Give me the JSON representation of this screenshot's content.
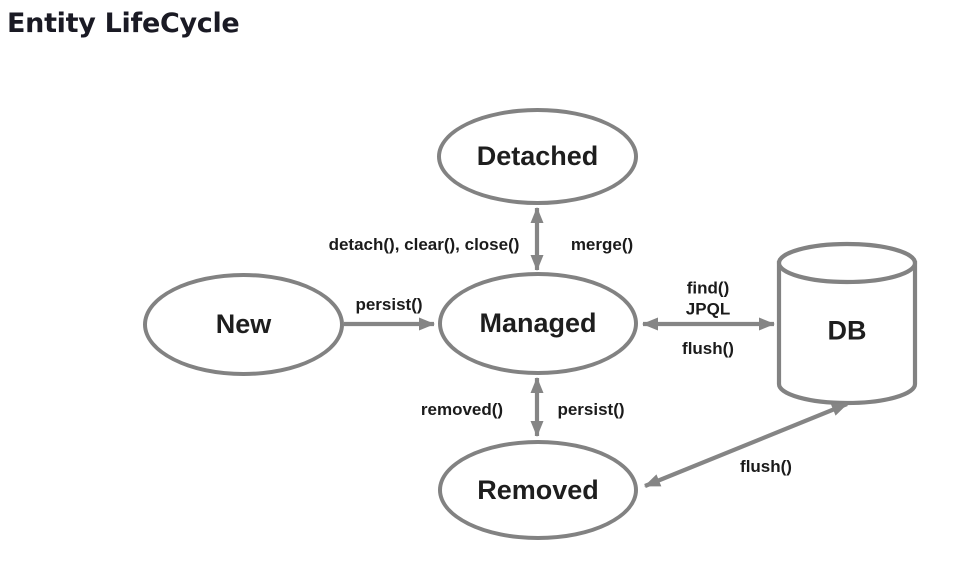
{
  "title": "Entity LifeCycle",
  "colors": {
    "stroke": "#828282",
    "arrow": "#858585",
    "node_text": "#1e1e1e",
    "label_text": "#1b1b1b",
    "title_text": "#1a1a24",
    "background": "#ffffff"
  },
  "nodes": {
    "detached": {
      "label": "Detached",
      "shape": "ellipse"
    },
    "new_state": {
      "label": "New",
      "shape": "ellipse"
    },
    "managed": {
      "label": "Managed",
      "shape": "ellipse"
    },
    "removed": {
      "label": "Removed",
      "shape": "ellipse"
    },
    "db": {
      "label": "DB",
      "shape": "cylinder"
    }
  },
  "edges": {
    "detached_managed": {
      "from": "Detached",
      "to": "Managed",
      "direction": "bidirectional",
      "label_left": "detach(), clear(), close()",
      "label_right": "merge()"
    },
    "new_managed": {
      "from": "New",
      "to": "Managed",
      "direction": "one-way",
      "label": "persist()"
    },
    "managed_db": {
      "from": "Managed",
      "to": "DB",
      "direction": "bidirectional",
      "label_above": "find()\nJPQL",
      "label_below": "flush()"
    },
    "managed_removed": {
      "from": "Managed",
      "to": "Removed",
      "direction": "bidirectional",
      "label_left": "removed()",
      "label_right": "persist()"
    },
    "db_removed": {
      "from": "DB",
      "to": "Removed",
      "direction": "bidirectional",
      "label": "flush()"
    }
  }
}
